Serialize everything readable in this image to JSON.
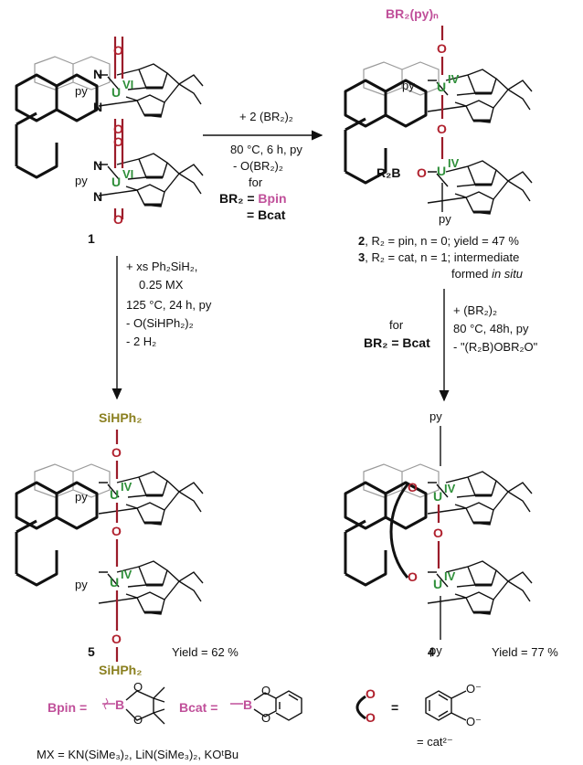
{
  "compounds": {
    "c1": {
      "number": "1",
      "u_top": "U",
      "u_top_ox": "VI",
      "u_bot": "U",
      "u_bot_ox": "VI",
      "py_top": "py",
      "py_bot": "py",
      "O": "O",
      "N": "N"
    },
    "c2": {
      "number": "2",
      "caption": ", R₂ = pin, n = 0; yield = 47 %",
      "top_group": "BR₂(py)ₙ",
      "r2b": "R₂B",
      "py": "py",
      "u_ox": "IV",
      "U": "U"
    },
    "c3": {
      "number": "3",
      "caption_a": ", R₂ = cat, n = 1; intermediate",
      "caption_b": "formed ",
      "caption_b_ital": "in situ"
    },
    "c4": {
      "number": "4",
      "yield": "Yield = 77 %",
      "py": "py",
      "U": "U",
      "u_ox": "IV"
    },
    "c5": {
      "number": "5",
      "yield": "Yield = 62 %",
      "top_group": "SiHPh₂",
      "bot_group": "SiHPh₂",
      "py": "py",
      "U": "U",
      "u_ox": "IV"
    }
  },
  "arrows": {
    "top": {
      "line1": "+ 2 (BR₂)₂",
      "line2": "80 °C, 6 h, py",
      "line3": "- O(BR₂)₂",
      "line4": "for",
      "line5a": "BR₂ = ",
      "line5b": "Bpin",
      "line6": "= Bcat"
    },
    "left": {
      "line1": "+ xs Ph₂SiH₂,",
      "line2": "0.25 MX",
      "line3": "125 °C, 24 h, py",
      "line4": "- O(SiHPh₂)₂",
      "line5": "- 2 H₂"
    },
    "right": {
      "for": "for",
      "cond": "BR₂ = Bcat",
      "line1": "+ (BR₂)₂",
      "line2": "80 °C, 48h, py",
      "line3": "- \"(R₂B)OBR₂O\""
    }
  },
  "legend": {
    "bpin": "Bpin =",
    "bcat": "Bcat =",
    "equals": "=",
    "cat": "= cat²⁻",
    "mx": "MX = KN(SiMe₃)₂, LiN(SiMe₃)₂, KOᵗBu"
  },
  "colors": {
    "boron": "#c0509a",
    "silicon": "#8a7f1f",
    "uranyl_o": "#b0212e",
    "uranium": "#2f8f3a"
  }
}
